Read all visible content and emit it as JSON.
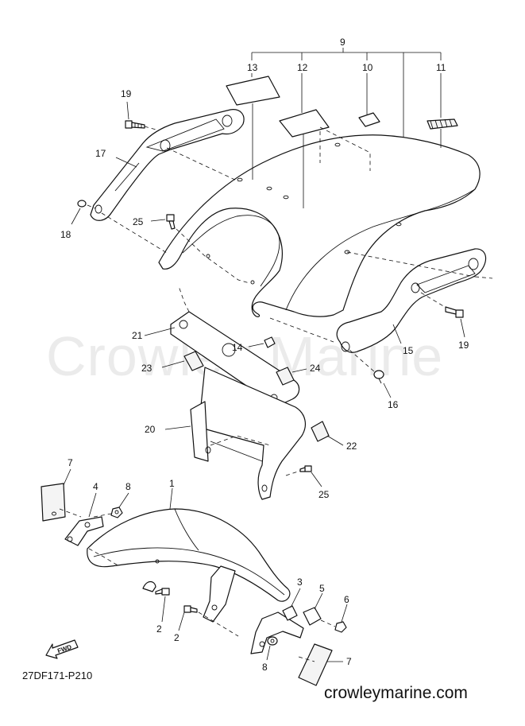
{
  "watermark": "Crowley Marine",
  "diagram_code": "27DF171-P210",
  "site_url": "crowleymarine.com",
  "fwd_label": "FWD",
  "callouts": [
    "9",
    "13",
    "12",
    "10",
    "11",
    "19",
    "17",
    "18",
    "25",
    "21",
    "14",
    "15",
    "19",
    "23",
    "24",
    "16",
    "20",
    "22",
    "25",
    "7",
    "4",
    "8",
    "1",
    "3",
    "5",
    "6",
    "2",
    "2",
    "8",
    "7"
  ]
}
